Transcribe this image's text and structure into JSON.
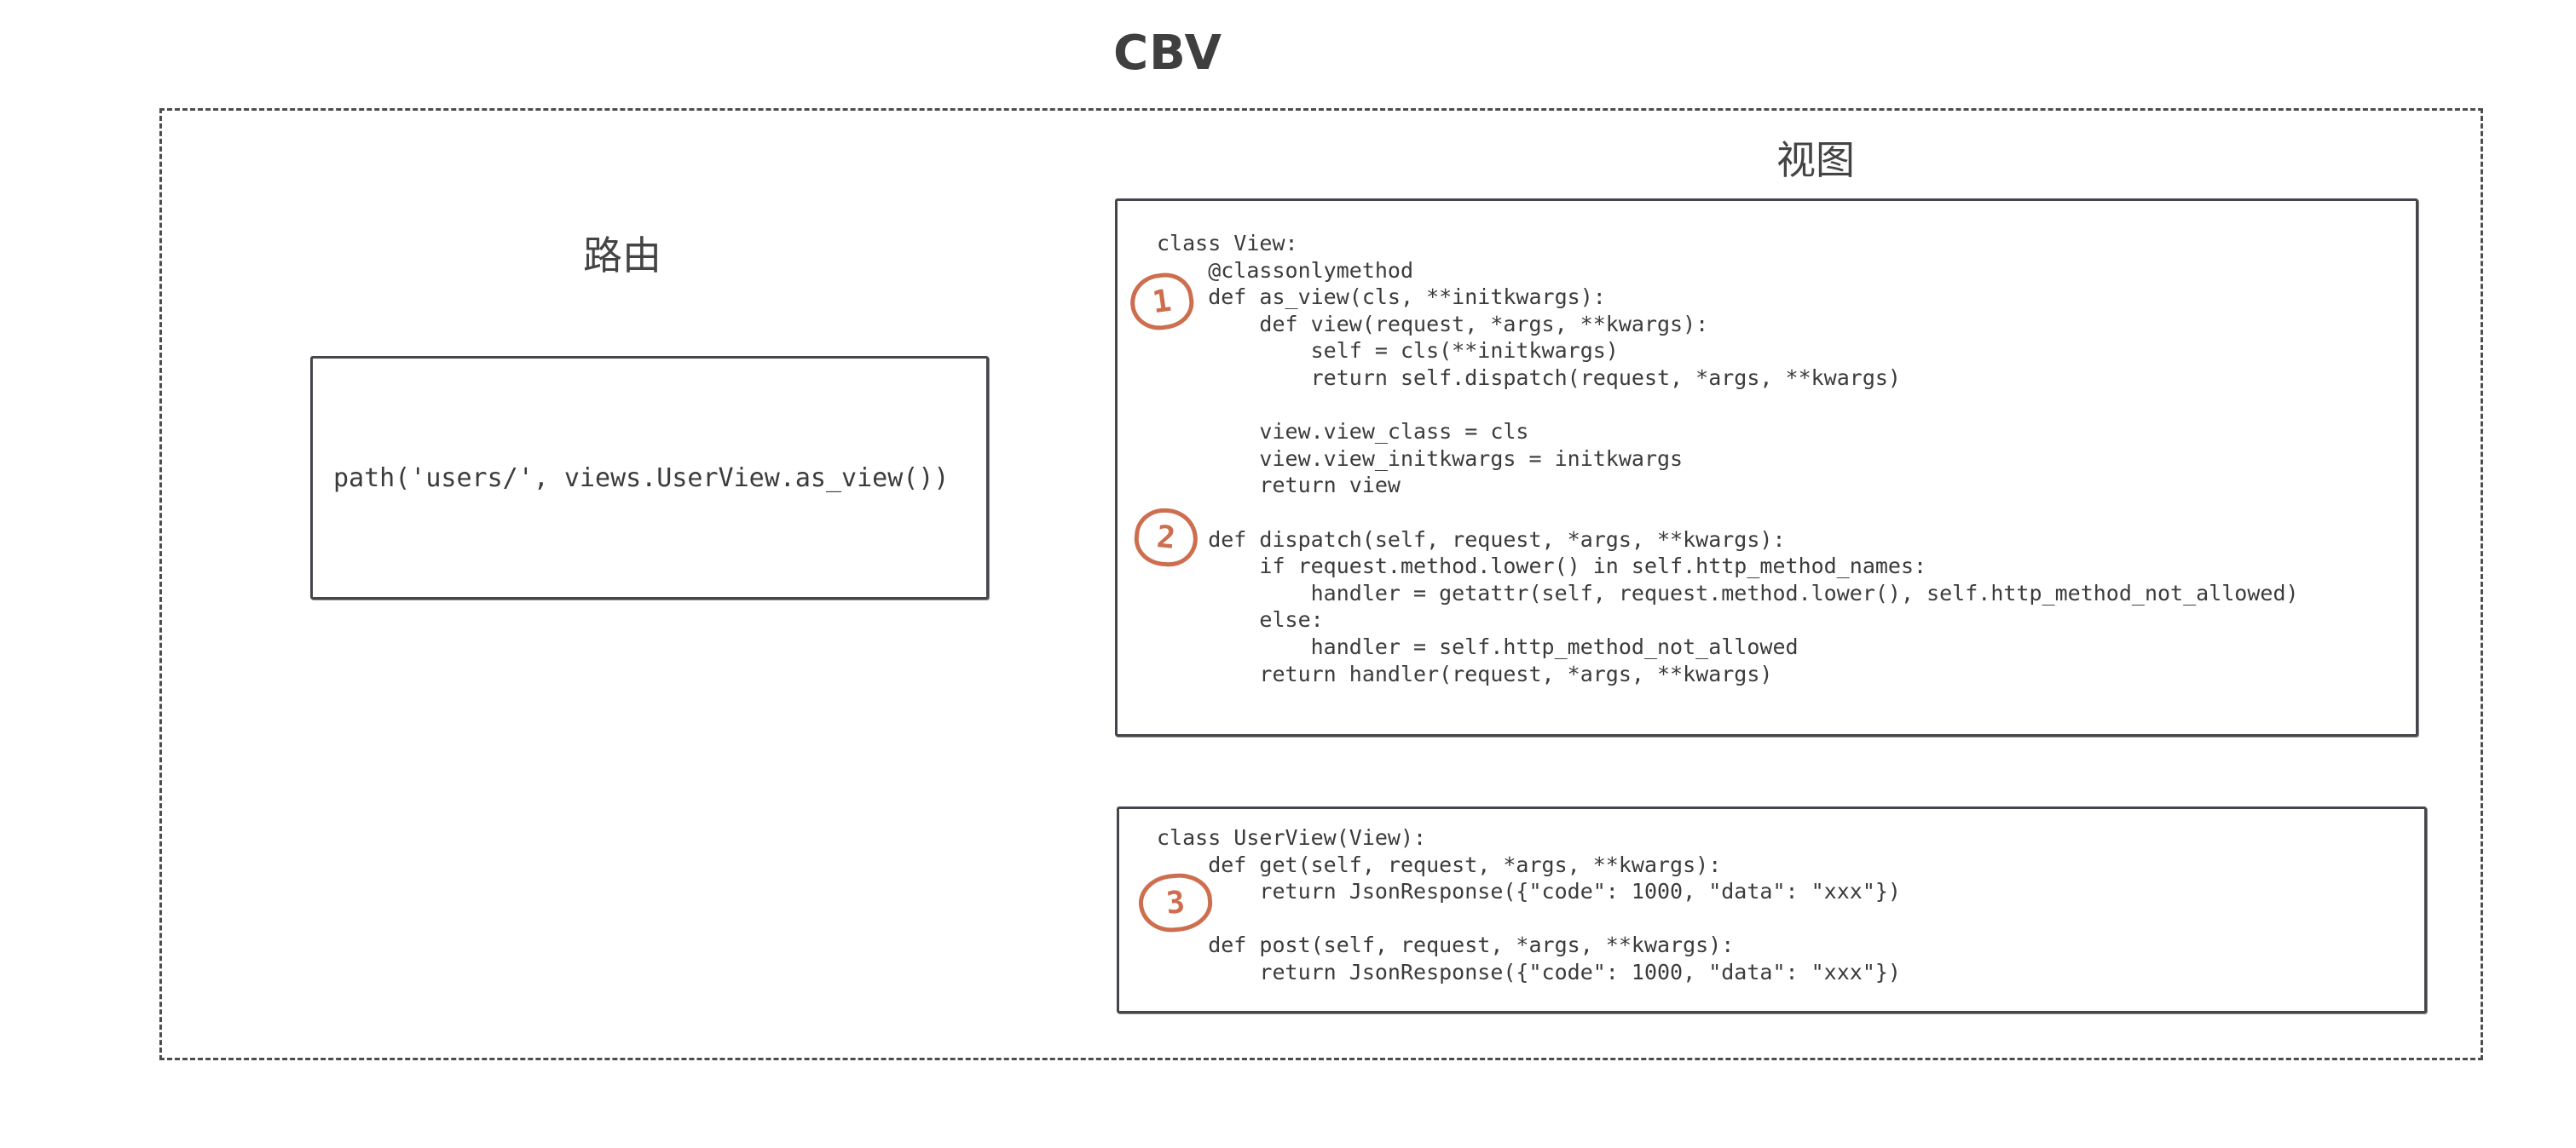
{
  "title": "CBV",
  "labels": {
    "route": "路由",
    "view": "视图"
  },
  "route_box": {
    "code": "path('users/', views.UserView.as_view())"
  },
  "view_class_box": {
    "lines": [
      "class View:",
      "    @classonlymethod",
      "    def as_view(cls, **initkwargs):",
      "        def view(request, *args, **kwargs):",
      "            self = cls(**initkwargs)",
      "            return self.dispatch(request, *args, **kwargs)",
      "",
      "        view.view_class = cls",
      "        view.view_initkwargs = initkwargs",
      "        return view",
      "",
      "    def dispatch(self, request, *args, **kwargs):",
      "        if request.method.lower() in self.http_method_names:",
      "            handler = getattr(self, request.method.lower(), self.http_method_not_allowed)",
      "        else:",
      "            handler = self.http_method_not_allowed",
      "        return handler(request, *args, **kwargs)"
    ]
  },
  "userview_class_box": {
    "lines": [
      "class UserView(View):",
      "    def get(self, request, *args, **kwargs):",
      "        return JsonResponse({\"code\": 1000, \"data\": \"xxx\"})",
      "",
      "    def post(self, request, *args, **kwargs):",
      "        return JsonResponse({\"code\": 1000, \"data\": \"xxx\"})"
    ]
  },
  "annotations": [
    {
      "number": "1"
    },
    {
      "number": "2"
    },
    {
      "number": "3"
    }
  ],
  "colors": {
    "accent": "#cd6e4f",
    "ink": "#3b3b3b",
    "border": "#45454b",
    "frame": "#4d4d4d"
  }
}
